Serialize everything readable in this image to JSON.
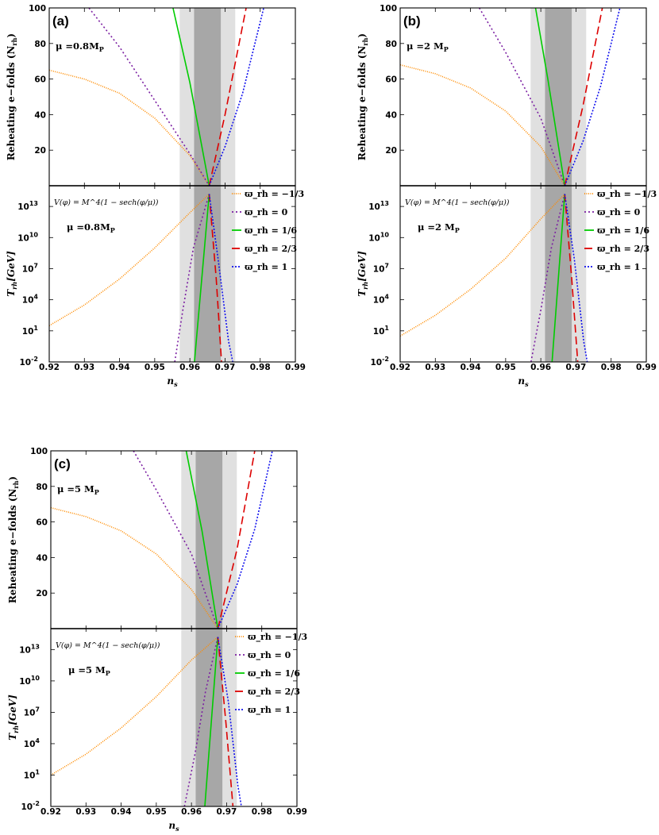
{
  "figure": {
    "common": {
      "xlabel": "n_s",
      "ylabel_top": "Reheating e−folds (N_rh)",
      "ylabel_bottom": "T_rh[GeV]",
      "xlim": [
        0.92,
        0.99
      ],
      "xticks": [
        "0.92",
        "0.93",
        "0.94",
        "0.95",
        "0.96",
        "0.97",
        "0.98",
        "0.99"
      ],
      "xtick_values": [
        0.92,
        0.93,
        0.94,
        0.95,
        0.96,
        0.97,
        0.98,
        0.99
      ],
      "top_ylim": [
        0,
        100
      ],
      "top_yticks": [
        "20",
        "40",
        "60",
        "80",
        "100"
      ],
      "top_ytick_values": [
        20,
        40,
        60,
        80,
        100
      ],
      "bottom_ylim_log10": [
        -2,
        15
      ],
      "bottom_yticks": [
        "10^-2",
        "10^1",
        "10^4",
        "10^7",
        "10^10",
        "10^13"
      ],
      "bottom_ytick_exponents": [
        -2,
        1,
        4,
        7,
        10,
        13
      ],
      "potential": "V(φ) = M^4(1 − sech(φ/μ))",
      "legend": [
        {
          "label": "ϖ_rh = −1/3",
          "color": "#ff8c00",
          "dash": "1,1.5"
        },
        {
          "label": "ϖ_rh = 0",
          "color": "#7b1fa2",
          "dash": "2,3"
        },
        {
          "label": "ϖ_rh = 1/6",
          "color": "#00cc00",
          "dash": ""
        },
        {
          "label": "ϖ_rh = 2/3",
          "color": "#dd0000",
          "dash": "10,5"
        },
        {
          "label": "ϖ_rh = 1",
          "color": "#1010ee",
          "dash": "2,2"
        }
      ],
      "band_colors": {
        "outer": "#e0e0e0",
        "inner": "#a7a7a7"
      }
    }
  },
  "chart_data": [
    {
      "type": "line",
      "panel_label": "(a)",
      "mu_label": "μ =0.8M_P",
      "x_unit": "n_s",
      "bands": {
        "outer": [
          0.9571,
          0.9729
        ],
        "inner": [
          0.9612,
          0.9688
        ]
      },
      "pivot": {
        "x": 0.9655,
        "N": 0,
        "log10T": 14.2
      },
      "series_top": [
        {
          "name": "ϖ_rh = −1/3",
          "points": [
            [
              0.92,
              65
            ],
            [
              0.93,
              60
            ],
            [
              0.94,
              52
            ],
            [
              0.95,
              38
            ],
            [
              0.96,
              17
            ],
            [
              0.9655,
              0
            ]
          ]
        },
        {
          "name": "ϖ_rh = 0",
          "points": [
            [
              0.9313,
              100
            ],
            [
              0.94,
              78
            ],
            [
              0.95,
              48
            ],
            [
              0.96,
              18
            ],
            [
              0.9655,
              0
            ]
          ]
        },
        {
          "name": "ϖ_rh = 1/6",
          "points": [
            [
              0.9552,
              100
            ],
            [
              0.96,
              58
            ],
            [
              0.9655,
              0
            ]
          ]
        },
        {
          "name": "ϖ_rh = 2/3",
          "points": [
            [
              0.9655,
              0
            ],
            [
              0.97,
              40
            ],
            [
              0.976,
              100
            ]
          ]
        },
        {
          "name": "ϖ_rh = 1",
          "points": [
            [
              0.9655,
              0
            ],
            [
              0.97,
              22
            ],
            [
              0.975,
              52
            ],
            [
              0.981,
              100
            ]
          ]
        }
      ],
      "series_bottom": [
        {
          "name": "ϖ_rh = −1/3",
          "points": [
            [
              0.92,
              1.5
            ],
            [
              0.93,
              3.5
            ],
            [
              0.94,
              6
            ],
            [
              0.95,
              9
            ],
            [
              0.96,
              12.4
            ],
            [
              0.9655,
              14.2
            ]
          ]
        },
        {
          "name": "ϖ_rh = 0",
          "points": [
            [
              0.9557,
              -2
            ],
            [
              0.958,
              3
            ],
            [
              0.961,
              9
            ],
            [
              0.9655,
              14.2
            ]
          ]
        },
        {
          "name": "ϖ_rh = 1/6",
          "points": [
            [
              0.9613,
              -2
            ],
            [
              0.9655,
              14.2
            ]
          ]
        },
        {
          "name": "ϖ_rh = 2/3",
          "points": [
            [
              0.9655,
              14.2
            ],
            [
              0.9675,
              6
            ],
            [
              0.969,
              -2
            ]
          ]
        },
        {
          "name": "ϖ_rh = 1",
          "points": [
            [
              0.9655,
              14.2
            ],
            [
              0.968,
              8
            ],
            [
              0.971,
              0
            ],
            [
              0.9722,
              -2
            ]
          ]
        }
      ]
    },
    {
      "type": "line",
      "panel_label": "(b)",
      "mu_label": "μ =2 M_P",
      "x_unit": "n_s",
      "bands": {
        "outer": [
          0.9571,
          0.9729
        ],
        "inner": [
          0.9612,
          0.9688
        ]
      },
      "pivot": {
        "x": 0.9668,
        "N": 0,
        "log10T": 14.2
      },
      "series_top": [
        {
          "name": "ϖ_rh = −1/3",
          "points": [
            [
              0.92,
              68
            ],
            [
              0.93,
              63
            ],
            [
              0.94,
              55
            ],
            [
              0.95,
              42
            ],
            [
              0.96,
              22
            ],
            [
              0.9668,
              0
            ]
          ]
        },
        {
          "name": "ϖ_rh = 0",
          "points": [
            [
              0.9425,
              100
            ],
            [
              0.95,
              75
            ],
            [
              0.96,
              38
            ],
            [
              0.9668,
              0
            ]
          ]
        },
        {
          "name": "ϖ_rh = 1/6",
          "points": [
            [
              0.9585,
              100
            ],
            [
              0.962,
              60
            ],
            [
              0.9668,
              0
            ]
          ]
        },
        {
          "name": "ϖ_rh = 2/3",
          "points": [
            [
              0.9668,
              0
            ],
            [
              0.972,
              45
            ],
            [
              0.9775,
              100
            ]
          ]
        },
        {
          "name": "ϖ_rh = 1",
          "points": [
            [
              0.9668,
              0
            ],
            [
              0.972,
              25
            ],
            [
              0.977,
              56
            ],
            [
              0.9825,
              100
            ]
          ]
        }
      ],
      "series_bottom": [
        {
          "name": "ϖ_rh = −1/3",
          "points": [
            [
              0.92,
              0.5
            ],
            [
              0.93,
              2.5
            ],
            [
              0.94,
              5
            ],
            [
              0.95,
              8
            ],
            [
              0.96,
              11.8
            ],
            [
              0.9668,
              14.2
            ]
          ]
        },
        {
          "name": "ϖ_rh = 0",
          "points": [
            [
              0.9572,
              -2
            ],
            [
              0.96,
              3
            ],
            [
              0.963,
              9
            ],
            [
              0.9668,
              14.2
            ]
          ]
        },
        {
          "name": "ϖ_rh = 1/6",
          "points": [
            [
              0.9632,
              -2
            ],
            [
              0.9668,
              14.2
            ]
          ]
        },
        {
          "name": "ϖ_rh = 2/3",
          "points": [
            [
              0.9668,
              14.2
            ],
            [
              0.9688,
              6
            ],
            [
              0.9705,
              -2
            ]
          ]
        },
        {
          "name": "ϖ_rh = 1",
          "points": [
            [
              0.9668,
              14.2
            ],
            [
              0.9695,
              8
            ],
            [
              0.9722,
              0
            ],
            [
              0.9732,
              -2
            ]
          ]
        }
      ]
    },
    {
      "type": "line",
      "panel_label": "(c)",
      "mu_label": "μ =5 M_P",
      "x_unit": "n_s",
      "bands": {
        "outer": [
          0.9571,
          0.9729
        ],
        "inner": [
          0.9612,
          0.9688
        ]
      },
      "pivot": {
        "x": 0.9675,
        "N": 0,
        "log10T": 14.2
      },
      "series_top": [
        {
          "name": "ϖ_rh = −1/3",
          "points": [
            [
              0.92,
              68
            ],
            [
              0.93,
              63
            ],
            [
              0.94,
              55
            ],
            [
              0.95,
              42
            ],
            [
              0.96,
              22
            ],
            [
              0.9675,
              0
            ]
          ]
        },
        {
          "name": "ϖ_rh = 0",
          "points": [
            [
              0.9435,
              100
            ],
            [
              0.95,
              78
            ],
            [
              0.96,
              42
            ],
            [
              0.9675,
              0
            ]
          ]
        },
        {
          "name": "ϖ_rh = 1/6",
          "points": [
            [
              0.9585,
              100
            ],
            [
              0.963,
              55
            ],
            [
              0.9675,
              0
            ]
          ]
        },
        {
          "name": "ϖ_rh = 2/3",
          "points": [
            [
              0.9675,
              0
            ],
            [
              0.973,
              45
            ],
            [
              0.978,
              100
            ]
          ]
        },
        {
          "name": "ϖ_rh = 1",
          "points": [
            [
              0.9675,
              0
            ],
            [
              0.973,
              25
            ],
            [
              0.978,
              56
            ],
            [
              0.983,
              100
            ]
          ]
        }
      ],
      "series_bottom": [
        {
          "name": "ϖ_rh = −1/3",
          "points": [
            [
              0.92,
              1
            ],
            [
              0.93,
              3
            ],
            [
              0.94,
              5.5
            ],
            [
              0.95,
              8.5
            ],
            [
              0.96,
              12
            ],
            [
              0.9675,
              14.2
            ]
          ]
        },
        {
          "name": "ϖ_rh = 0",
          "points": [
            [
              0.958,
              -2
            ],
            [
              0.961,
              3
            ],
            [
              0.964,
              9
            ],
            [
              0.9675,
              14.2
            ]
          ]
        },
        {
          "name": "ϖ_rh = 1/6",
          "points": [
            [
              0.9638,
              -2
            ],
            [
              0.9675,
              14.2
            ]
          ]
        },
        {
          "name": "ϖ_rh = 2/3",
          "points": [
            [
              0.9675,
              14.2
            ],
            [
              0.9698,
              6
            ],
            [
              0.9718,
              -2
            ]
          ]
        },
        {
          "name": "ϖ_rh = 1",
          "points": [
            [
              0.9675,
              14.2
            ],
            [
              0.9705,
              8
            ],
            [
              0.9732,
              0
            ],
            [
              0.9742,
              -2
            ]
          ]
        }
      ]
    }
  ]
}
